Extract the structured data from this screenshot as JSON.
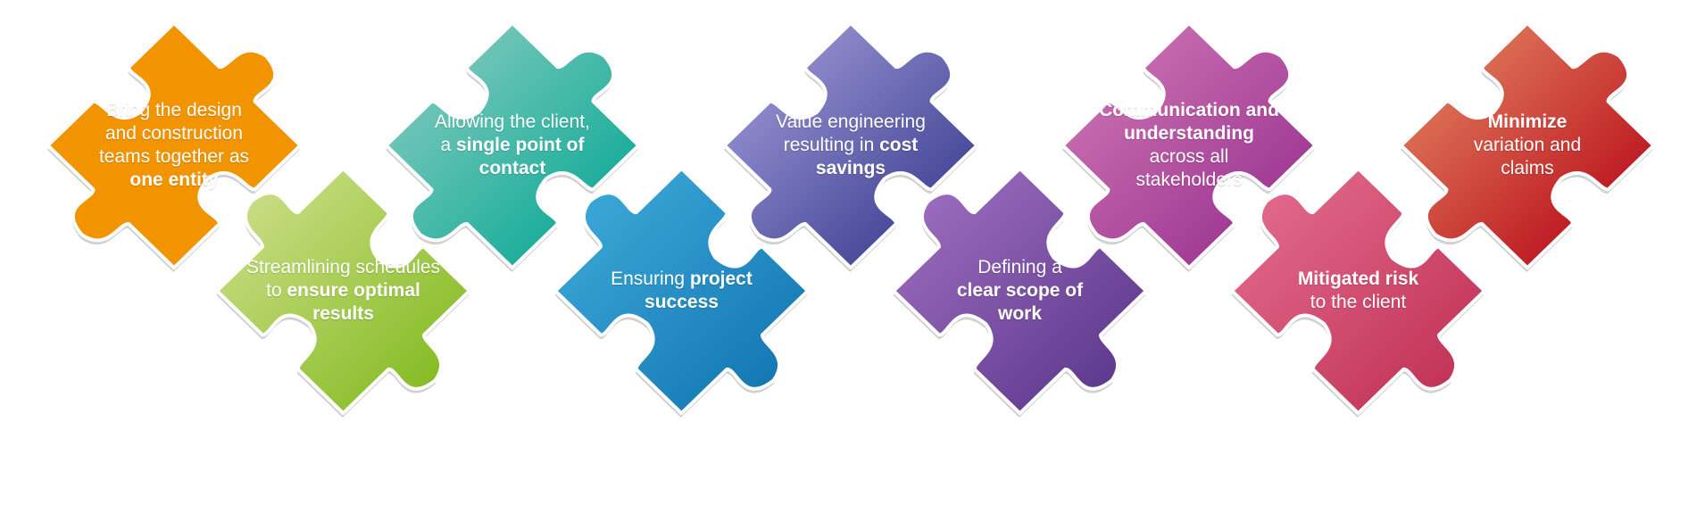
{
  "pieces": [
    {
      "id": "p1",
      "row": "top",
      "lines": [
        [
          {
            "t": "Bring the design",
            "b": false
          }
        ],
        [
          {
            "t": "and construction",
            "b": false
          }
        ],
        [
          {
            "t": "teams together as",
            "b": false
          }
        ],
        [
          {
            "t": "one entity",
            "b": true
          }
        ]
      ],
      "colors": [
        "#f29400",
        "#f29400"
      ]
    },
    {
      "id": "p2",
      "row": "bottom",
      "lines": [
        [
          {
            "t": "Streamlining schedules",
            "b": false
          }
        ],
        [
          {
            "t": "to ",
            "b": false
          },
          {
            "t": "ensure optimal",
            "b": true
          }
        ],
        [
          {
            "t": "results",
            "b": true
          }
        ]
      ],
      "colors": [
        "#c8dc82",
        "#86bc25"
      ]
    },
    {
      "id": "p3",
      "row": "top",
      "lines": [
        [
          {
            "t": "Allowing the client,",
            "b": false
          }
        ],
        [
          {
            "t": "a ",
            "b": false
          },
          {
            "t": "single point of",
            "b": true
          }
        ],
        [
          {
            "t": "contact",
            "b": true
          }
        ]
      ],
      "colors": [
        "#6cc4b6",
        "#1fae9c"
      ]
    },
    {
      "id": "p4",
      "row": "bottom",
      "lines": [
        [
          {
            "t": "Ensuring ",
            "b": false
          },
          {
            "t": "project",
            "b": true
          }
        ],
        [
          {
            "t": "success",
            "b": true
          }
        ]
      ],
      "colors": [
        "#3aa6d6",
        "#1478b4"
      ]
    },
    {
      "id": "p5",
      "row": "top",
      "lines": [
        [
          {
            "t": "Value engineering",
            "b": false
          }
        ],
        [
          {
            "t": "resulting in ",
            "b": false
          },
          {
            "t": "cost",
            "b": true
          }
        ],
        [
          {
            "t": "savings",
            "b": true
          }
        ]
      ],
      "colors": [
        "#8a86c8",
        "#4a4c9c"
      ]
    },
    {
      "id": "p6",
      "row": "bottom",
      "lines": [
        [
          {
            "t": "Defining a",
            "b": false
          }
        ],
        [
          {
            "t": "clear scope of",
            "b": true
          }
        ],
        [
          {
            "t": "work",
            "b": true
          }
        ]
      ],
      "colors": [
        "#9a6abc",
        "#5e3a8e"
      ]
    },
    {
      "id": "p7",
      "row": "top",
      "lines": [
        [
          {
            "t": "Communication and",
            "b": true
          }
        ],
        [
          {
            "t": "understanding",
            "b": true
          }
        ],
        [
          {
            "t": "across all",
            "b": false
          }
        ],
        [
          {
            "t": "stakeholders",
            "b": false
          }
        ]
      ],
      "colors": [
        "#c468ac",
        "#a23c96"
      ]
    },
    {
      "id": "p8",
      "row": "bottom",
      "lines": [
        [
          {
            "t": "Mitigated risk",
            "b": true
          }
        ],
        [
          {
            "t": "to the client",
            "b": false
          }
        ]
      ],
      "colors": [
        "#e0688a",
        "#c23458"
      ]
    },
    {
      "id": "p9",
      "row": "top",
      "lines": [
        [
          {
            "t": "Minimize",
            "b": true
          }
        ],
        [
          {
            "t": "variation and",
            "b": false
          }
        ],
        [
          {
            "t": "claims",
            "b": false
          }
        ]
      ],
      "colors": [
        "#da6a52",
        "#bf1e24"
      ]
    }
  ]
}
